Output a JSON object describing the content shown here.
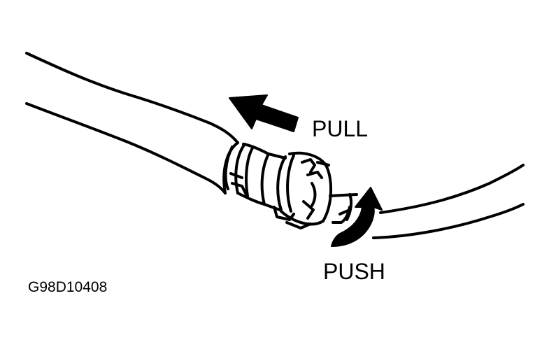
{
  "labels": {
    "pull": "PULL",
    "push": "PUSH",
    "figure_code": "G98D10408"
  },
  "colors": {
    "line": "#000000",
    "background": "#ffffff"
  },
  "icons": {
    "pull_arrow": "arrow-left-icon",
    "push_arrow": "curved-arrow-icon"
  }
}
